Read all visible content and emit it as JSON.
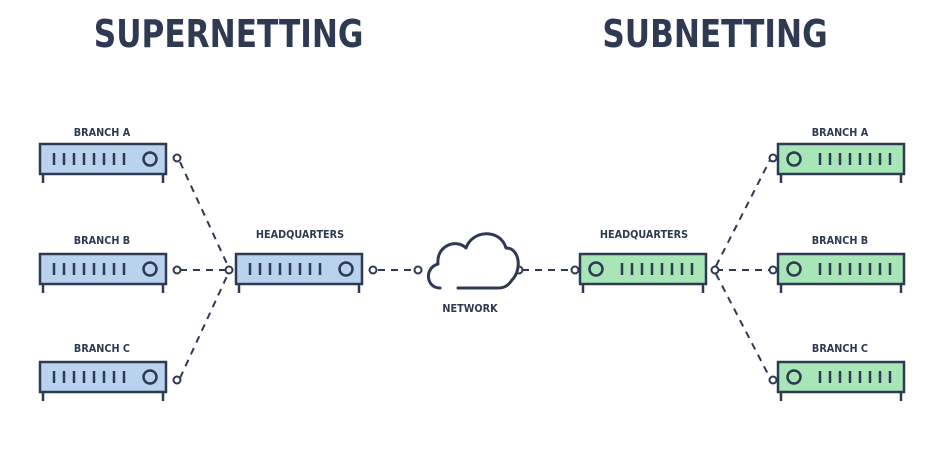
{
  "headings": {
    "left": "SUPERNETTING",
    "right": "SUBNETTING"
  },
  "supernetting": {
    "branches": [
      "BRANCH A",
      "BRANCH B",
      "BRANCH C"
    ],
    "hq_label": "HEADQUARTERS",
    "device_color": "#b9d3ee"
  },
  "network": {
    "label": "NETWORK",
    "icon": "cloud-icon"
  },
  "subnetting": {
    "hq_label": "HEADQUARTERS",
    "branches": [
      "BRANCH A",
      "BRANCH B",
      "BRANCH C"
    ],
    "device_color": "#a8e6b8"
  },
  "colors": {
    "outline": "#2d3a52",
    "blue_fill": "#b9d3ee",
    "green_fill": "#a8e6b8"
  }
}
